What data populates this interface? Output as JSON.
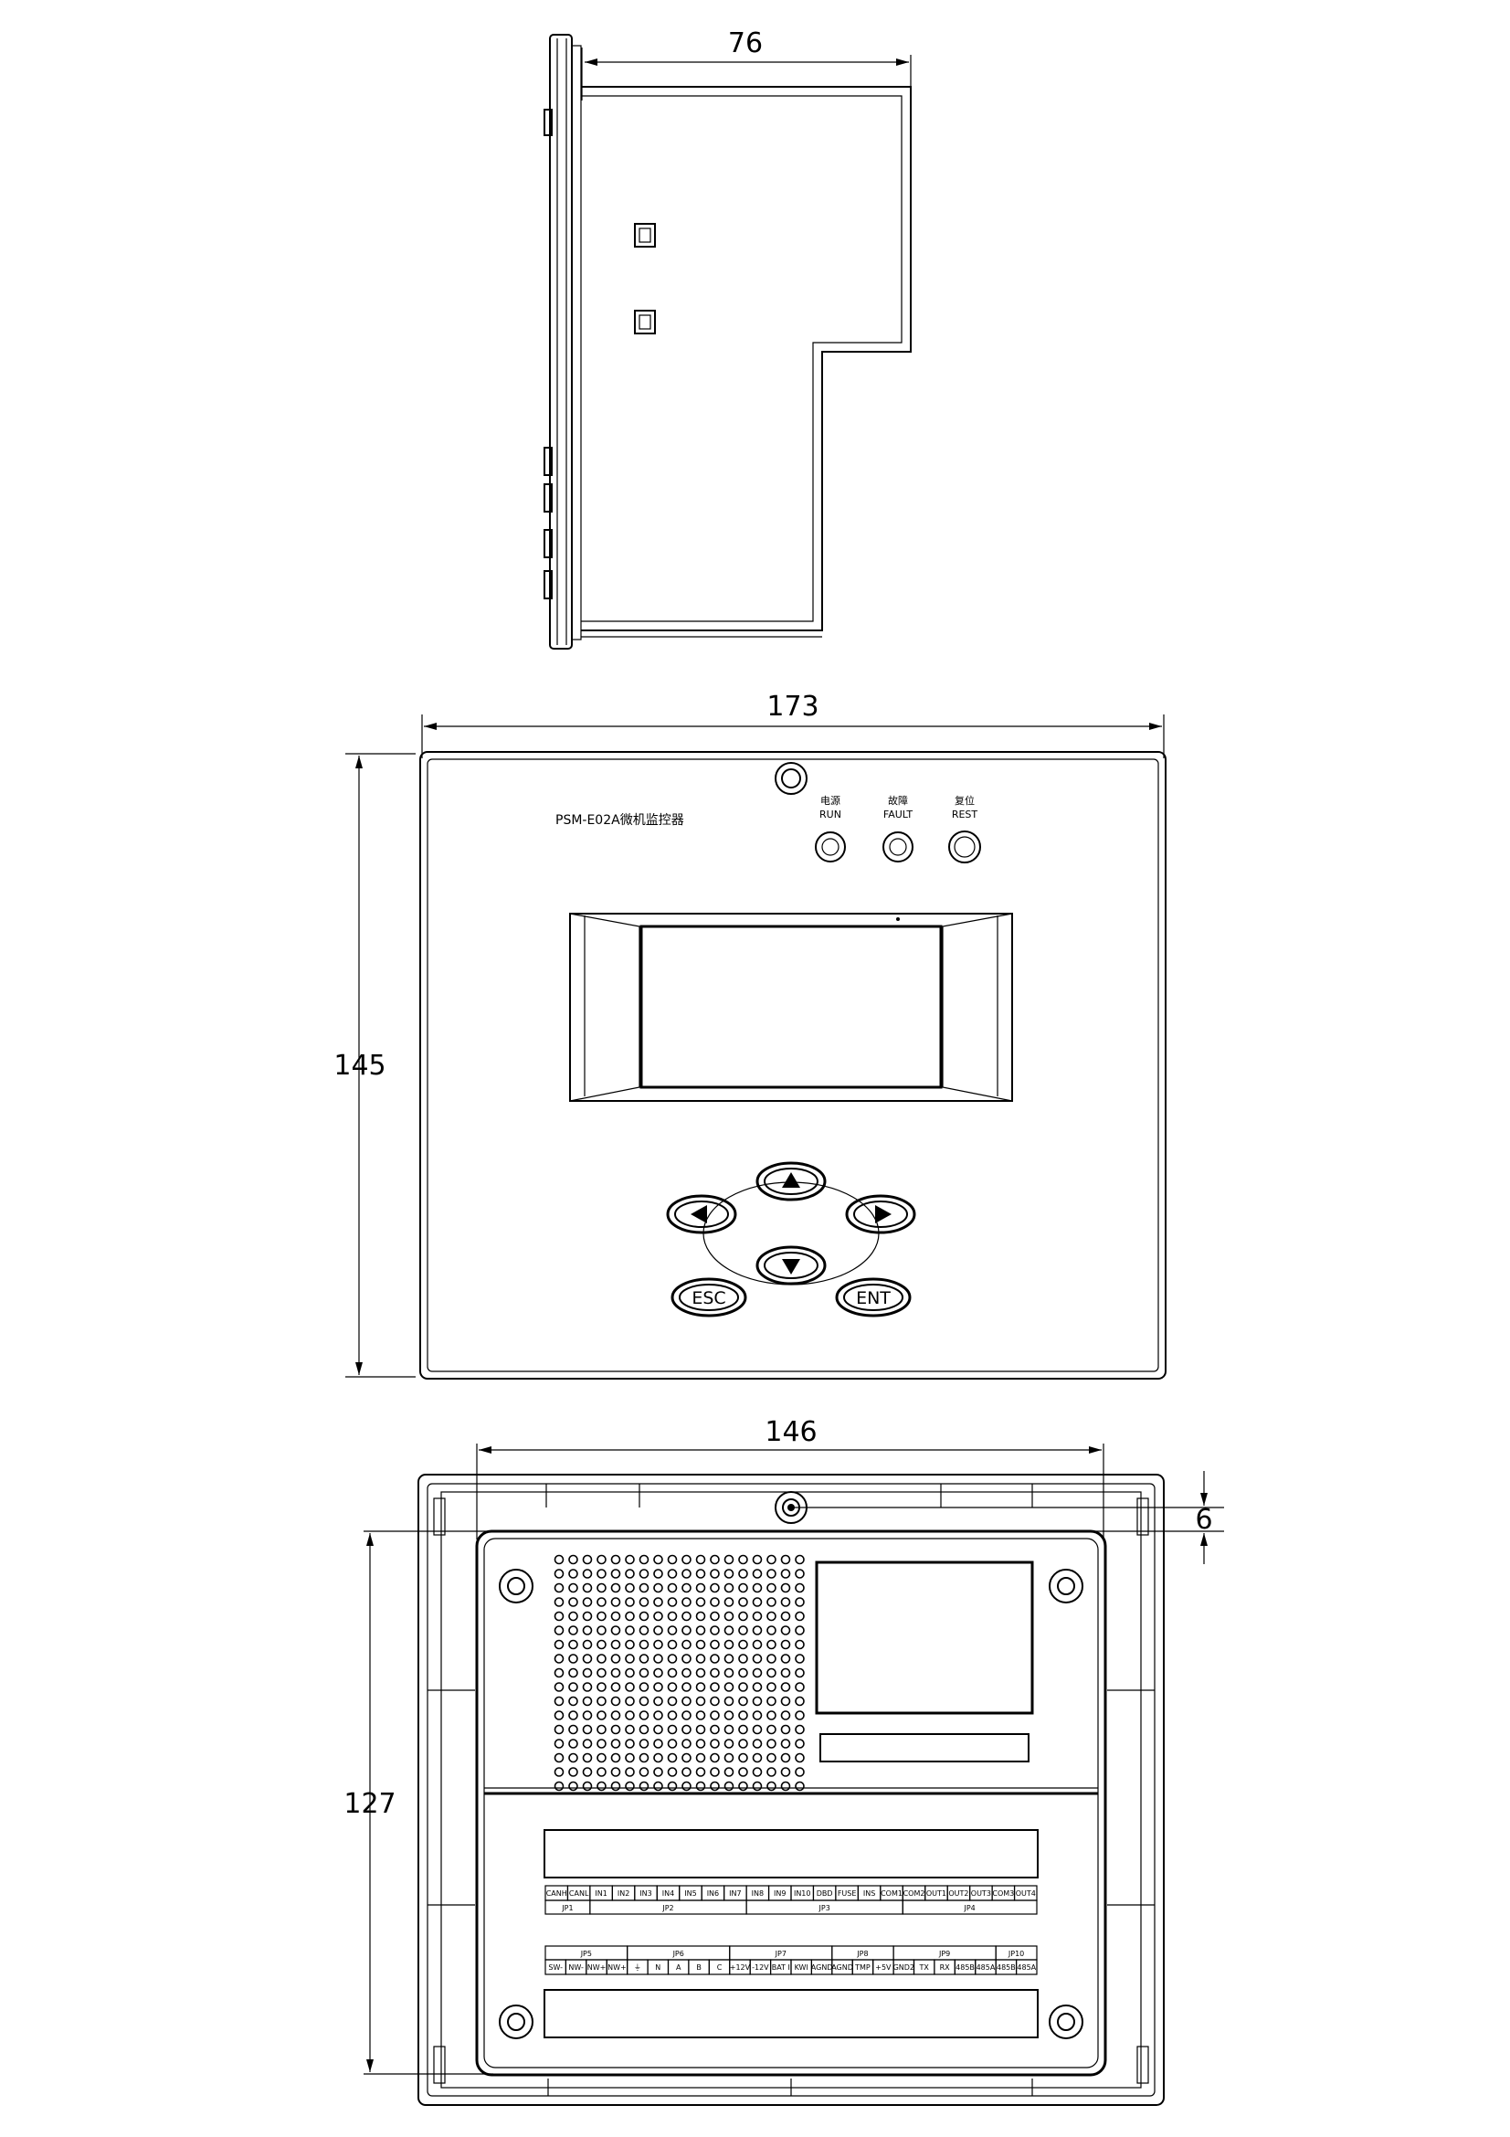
{
  "side_view": {
    "width_dim": "76"
  },
  "front_view": {
    "width_dim": "173",
    "height_dim": "145",
    "model_label": "PSM-E02A微机监控器",
    "indicators": [
      {
        "cn": "电源",
        "en": "RUN"
      },
      {
        "cn": "故障",
        "en": "FAULT"
      },
      {
        "cn": "复位",
        "en": "REST"
      }
    ],
    "buttons": {
      "esc": "ESC",
      "ent": "ENT"
    }
  },
  "rear_view": {
    "width_dim": "146",
    "height_dim": "127",
    "offset_dim": "6",
    "terminal_row1": [
      "CANH",
      "CANL",
      "IN1",
      "IN2",
      "IN3",
      "IN4",
      "IN5",
      "IN6",
      "IN7",
      "IN8",
      "IN9",
      "IN10",
      "DBD",
      "FUSE",
      "INS",
      "COM1",
      "COM2",
      "OUT1",
      "OUT2",
      "OUT3",
      "COM3",
      "OUT4"
    ],
    "groups_row1": [
      "JP1",
      "JP2",
      "JP3",
      "JP4"
    ],
    "groups_row2": [
      "JP5",
      "JP6",
      "JP7",
      "JP8",
      "JP9",
      "JP10"
    ],
    "terminal_row2": [
      "SW-",
      "NW-",
      "NW+",
      "NW+",
      "⏚",
      "N",
      "A",
      "B",
      "C",
      "+12V",
      "-12V",
      "BAT I",
      "KWI",
      "AGND",
      "AGND",
      "TMP",
      "+5V",
      "GND2",
      "TX",
      "RX",
      "485B",
      "485A",
      "485B",
      "485A"
    ]
  }
}
